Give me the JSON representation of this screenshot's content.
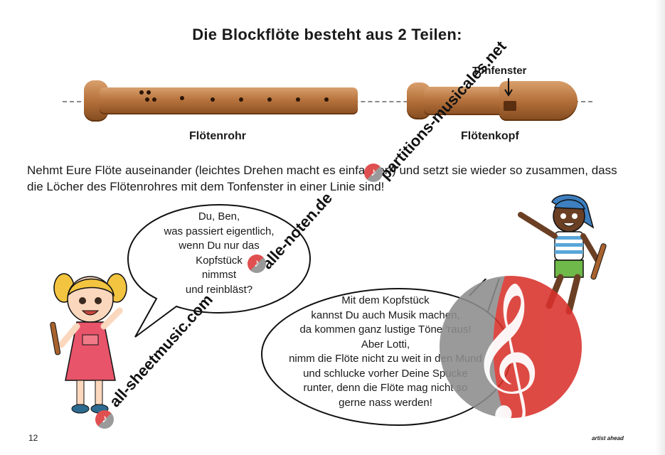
{
  "title": "Die Blockflöte besteht aus 2 Teilen:",
  "parts": {
    "left_label": "Flötenrohr",
    "right_label": "Flötenkopf",
    "tonfenster_label": "Tonfenster"
  },
  "instruction": "Nehmt Eure Flöte auseinander (leichtes Drehen macht es einfacher!) und setzt sie wieder so zusammen, dass die Löcher des Flötenrohres mit dem Tonfenster in einer Linie sind!",
  "bubble_left": {
    "lines": [
      "Du, Ben,",
      "was passiert eigentlich,",
      "wenn Du nur das",
      "Kopfstück",
      "nimmst",
      "und reinbläst?"
    ]
  },
  "bubble_right": {
    "lines": [
      "Mit dem Kopfstück",
      "kannst Du auch Musik machen,",
      "da kommen ganz lustige Töne 'raus!",
      "Aber Lotti,",
      "nimm die Flöte nicht zu weit in den Mund",
      "und schlucke vorher Deine Spucke",
      "runter, denn die Flöte mag nicht so",
      "gerne nass werden!"
    ]
  },
  "watermarks": {
    "a": "partitions-musicales.net",
    "b": "alle-noten.de",
    "c": "all-sheetmusic.com"
  },
  "footer": {
    "page_number": "12",
    "publisher": "artist ahead"
  },
  "colors": {
    "wood": "#b8743e",
    "clef_red": "#d9312b",
    "clef_grey": "#8c8c8c",
    "girl_dress": "#e8546a",
    "boy_shirt": "#5aa6d8"
  },
  "icons": {
    "flute_pipe": "recorder-body",
    "flute_head": "recorder-head",
    "arrow": "down-arrow",
    "clef": "treble-clef"
  }
}
